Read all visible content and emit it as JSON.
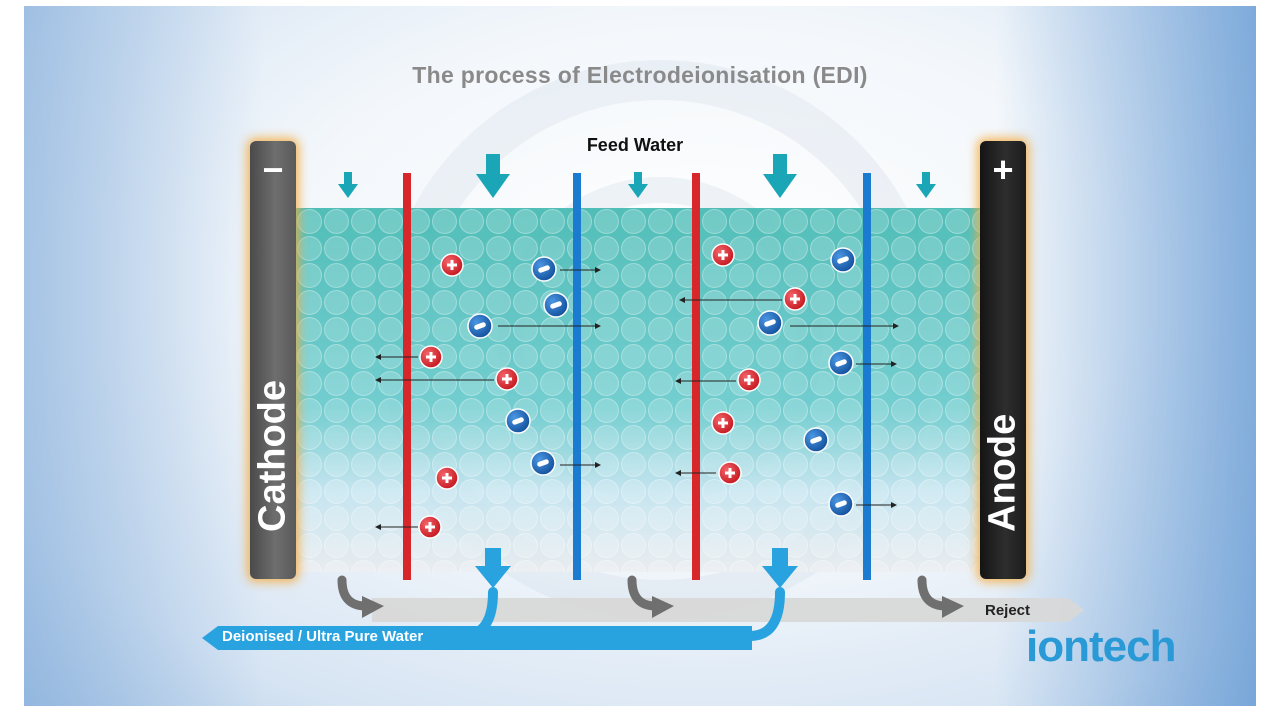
{
  "title": "The process of Electrodeionisation (EDI)",
  "feed_label": "Feed Water",
  "cathode": {
    "label": "Cathode",
    "sign": "−"
  },
  "anode": {
    "label": "Anode",
    "sign": "+"
  },
  "reject_label": "Reject",
  "product_label": "Deionised / Ultra Pure Water",
  "logo": {
    "text": "iontech"
  },
  "colors": {
    "cation": "#e3262e",
    "anion": "#1d6fc4",
    "cation_membrane": "#d7272b",
    "anion_membrane": "#1b7bd1",
    "resin_bed": "#3fb7b0",
    "product_stream": "#29a3e0",
    "reject_stream": "#d6d6d6",
    "feed_arrow": "#1aa6b7",
    "electrode_glow": "#f5aa3c"
  },
  "icons": {
    "cation": "plus-circle-icon",
    "anion": "minus-circle-icon"
  }
}
